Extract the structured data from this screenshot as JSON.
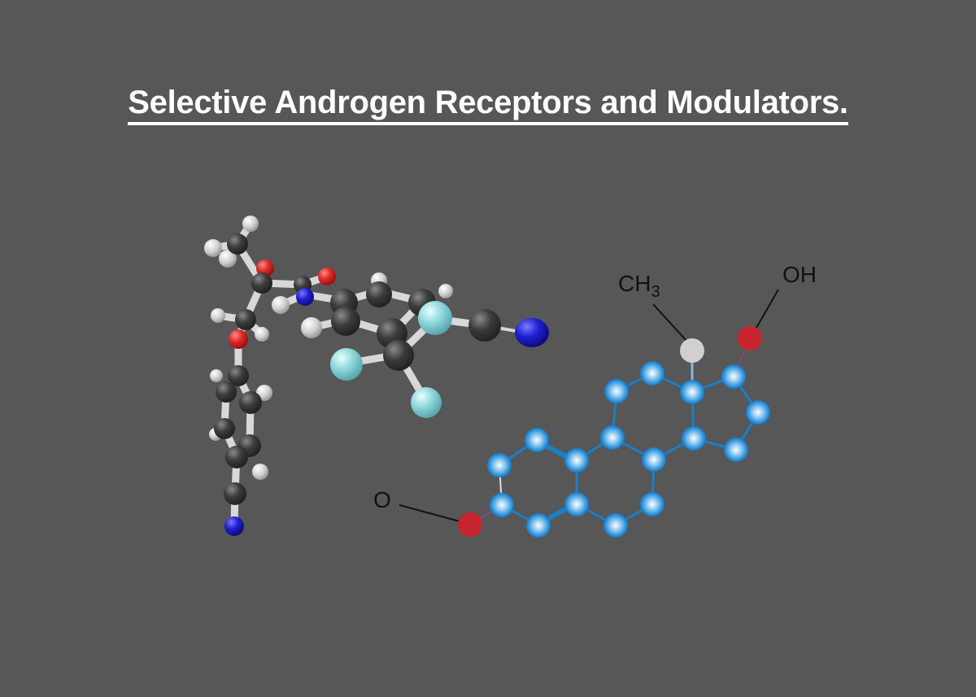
{
  "title": "Selective Androgen Receptors and Modulators.",
  "labels": {
    "ch3": "CH",
    "ch3_sub": "3",
    "oh": "OH",
    "o": "O"
  },
  "colors": {
    "background": "#575757",
    "carbon_ball": "#3a3a3a",
    "hydrogen_ball": "#d8d8d8",
    "oxygen_ball": "#d03030",
    "nitrogen_ball": "#2222cc",
    "fluorine_ball": "#8fd6dc",
    "steroid_atom": "#2a8fd8",
    "steroid_bond": "#1a7fc8",
    "steroid_oxygen": "#c8242e",
    "methyl": "#d0d0d0"
  },
  "molecules": [
    {
      "name": "3D ball-and-stick SARM molecule",
      "elements": [
        "C",
        "H",
        "O",
        "N",
        "F"
      ]
    },
    {
      "name": "Steroid skeletal structure",
      "substituents": [
        "CH3",
        "OH",
        "O"
      ]
    }
  ]
}
